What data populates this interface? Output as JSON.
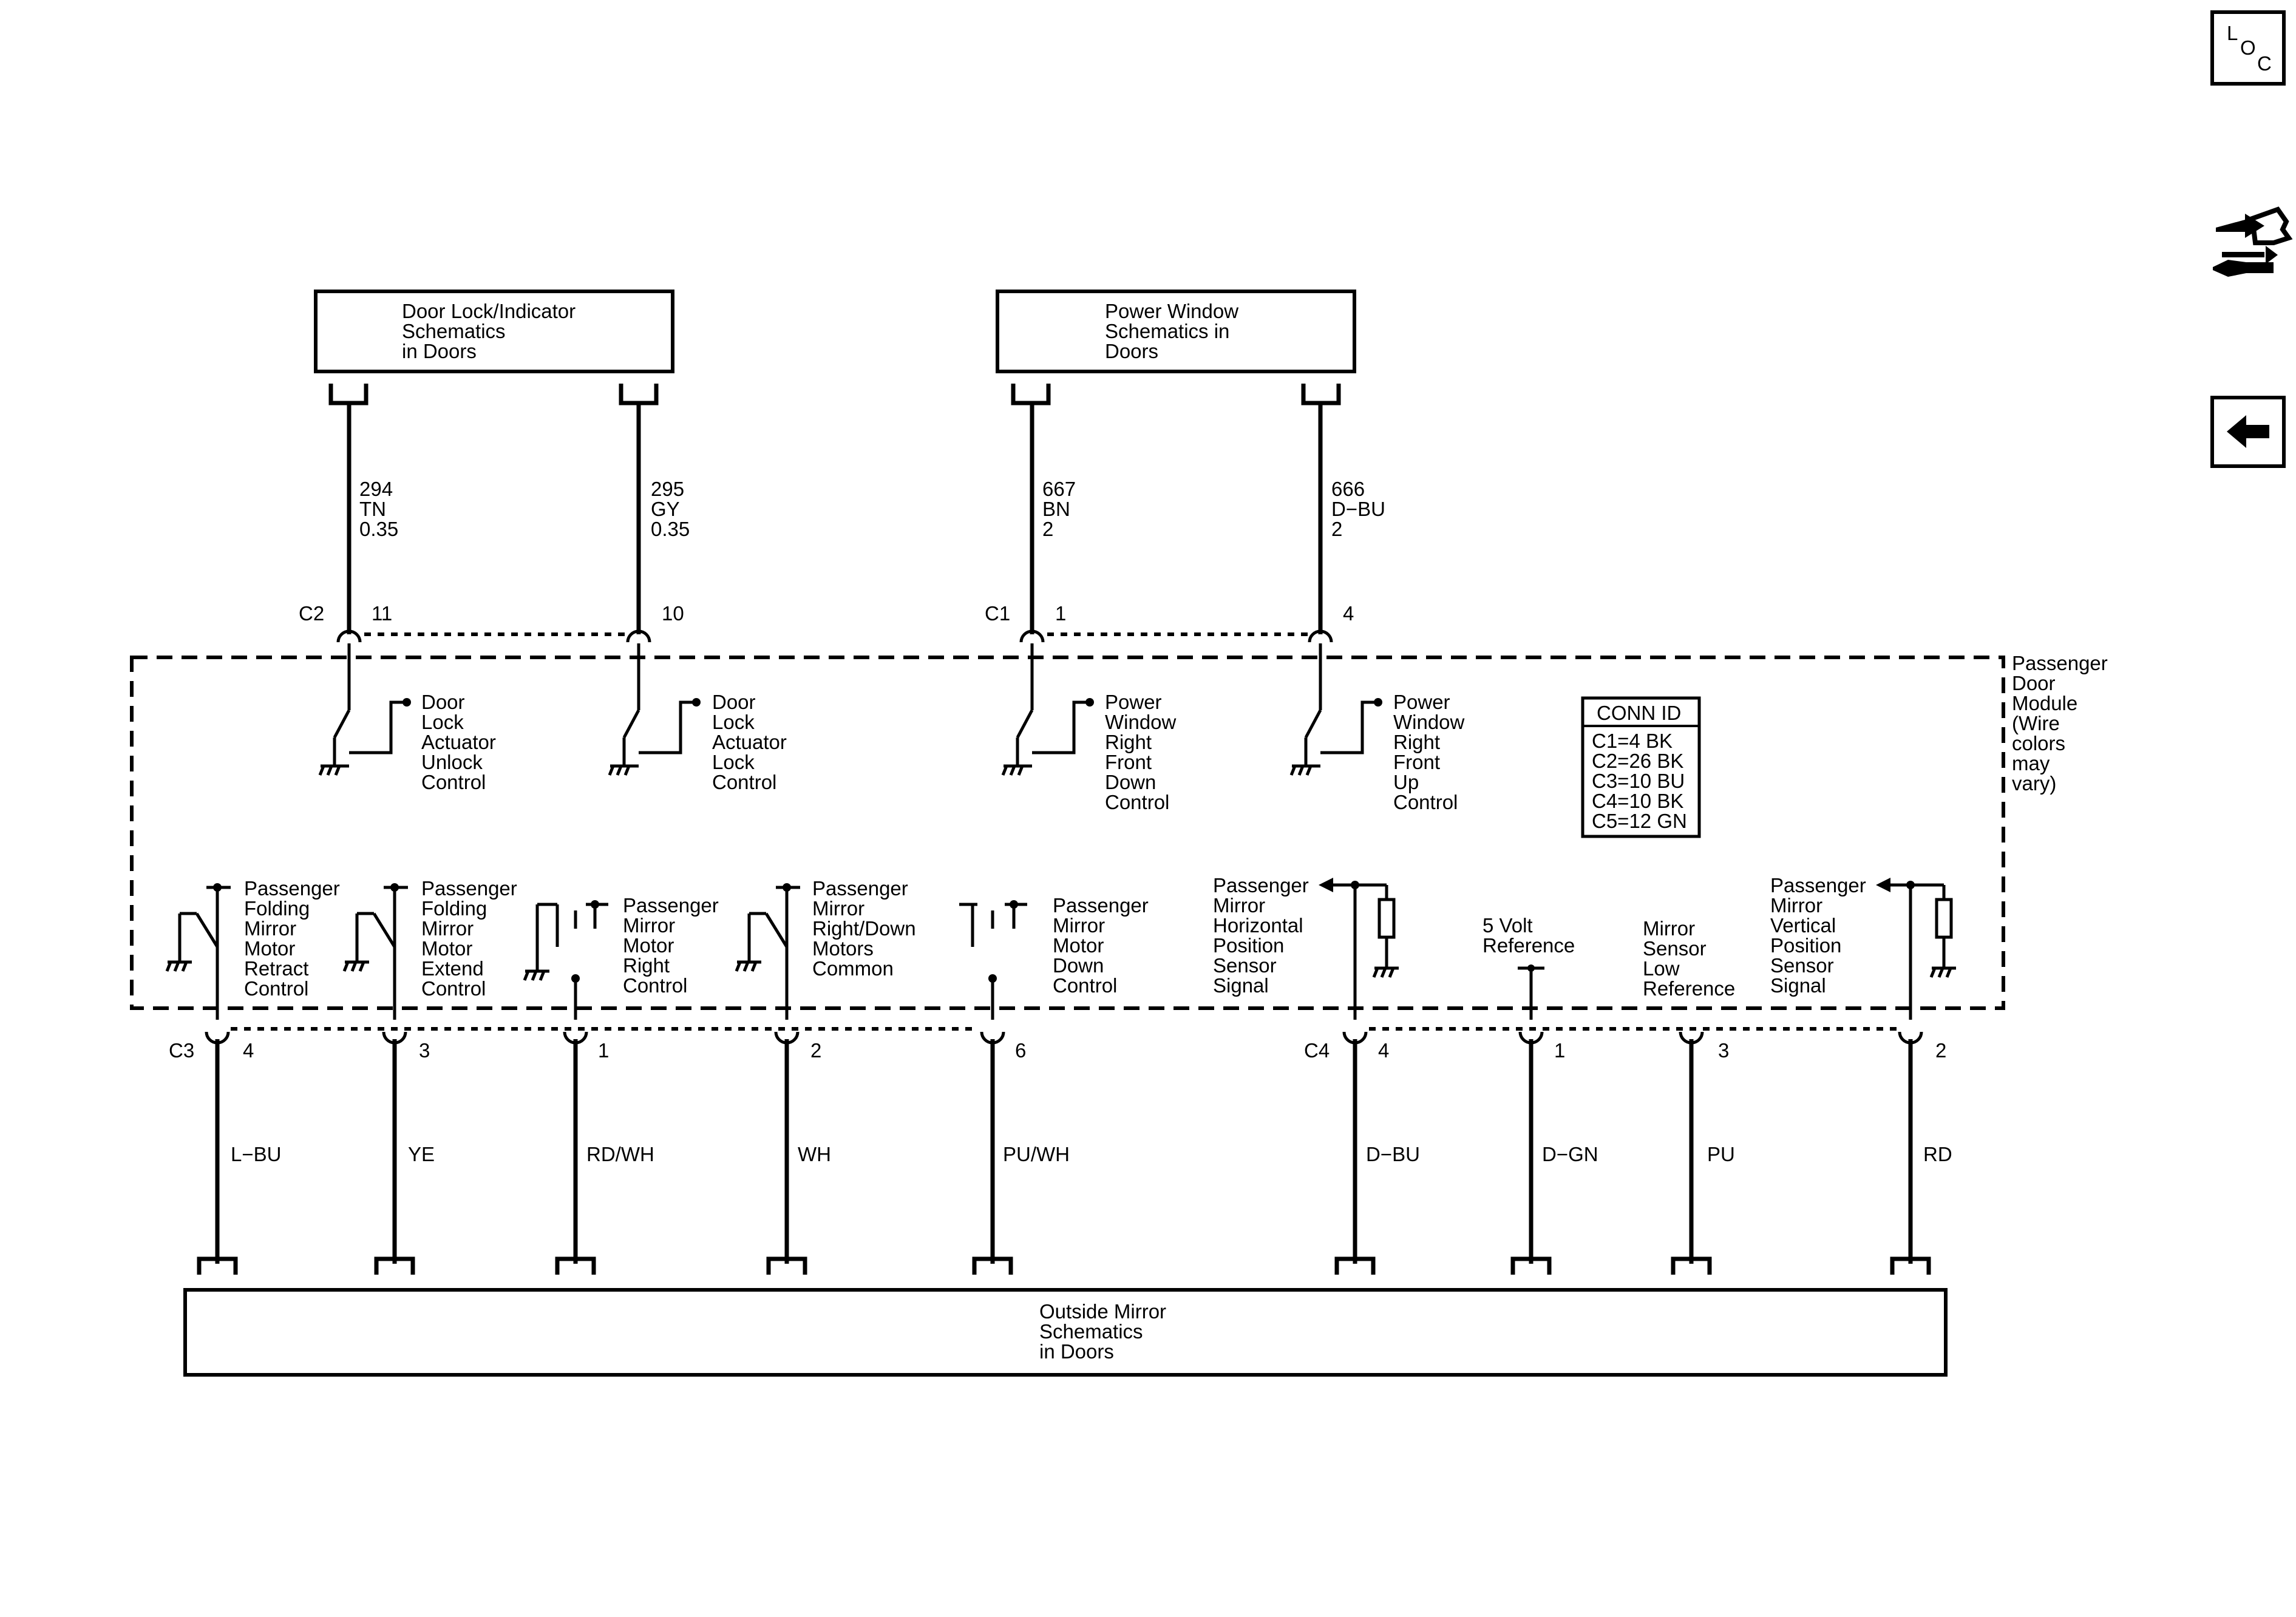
{
  "nav": {
    "loc_icon": "loc-icon",
    "loc_l": "L",
    "loc_o": "O",
    "loc_c": "C",
    "tools_icon": "wrench-tools-icon",
    "back_icon": "back-arrow-icon"
  },
  "top_boxes": {
    "door_lock": [
      "Door Lock/Indicator",
      "Schematics",
      "in Doors"
    ],
    "power_window": [
      "Power Window",
      "Schematics in",
      "Doors"
    ]
  },
  "bottom_box": [
    "Outside Mirror",
    "Schematics",
    "in Doors"
  ],
  "module": {
    "label": [
      "Passenger",
      "Door",
      "Module",
      "(Wire",
      "colors",
      "may",
      "vary)"
    ],
    "conn_id": {
      "title": "CONN ID",
      "rows": [
        "C1=4 BK",
        "C2=26 BK",
        "C3=10 BU",
        "C4=10 BK",
        "C5=12 GN"
      ]
    }
  },
  "top_wires": [
    {
      "circuit": "294",
      "color": "TN",
      "size": "0.35",
      "pin": "11",
      "connector": "C2",
      "desc": [
        "Door",
        "Lock",
        "Actuator",
        "Unlock",
        "Control"
      ]
    },
    {
      "circuit": "295",
      "color": "GY",
      "size": "0.35",
      "pin": "10",
      "connector": "",
      "desc": [
        "Door",
        "Lock",
        "Actuator",
        "Lock",
        "Control"
      ]
    },
    {
      "circuit": "667",
      "color": "BN",
      "size": "2",
      "pin": "1",
      "connector": "C1",
      "desc": [
        "Power",
        "Window",
        "Right",
        "Front",
        "Down",
        "Control"
      ]
    },
    {
      "circuit": "666",
      "color": "D−BU",
      "size": "2",
      "pin": "4",
      "connector": "",
      "desc": [
        "Power",
        "Window",
        "Right",
        "Front",
        "Up",
        "Control"
      ]
    }
  ],
  "bottom_wires": [
    {
      "pin": "4",
      "connector": "C3",
      "color": "L−BU",
      "desc": [
        "Passenger",
        "Folding",
        "Mirror",
        "Motor",
        "Retract",
        "Control"
      ]
    },
    {
      "pin": "3",
      "connector": "",
      "color": "YE",
      "desc": [
        "Passenger",
        "Folding",
        "Mirror",
        "Motor",
        "Extend",
        "Control"
      ]
    },
    {
      "pin": "1",
      "connector": "",
      "color": "RD/WH",
      "desc": [
        "Passenger",
        "Mirror",
        "Motor",
        "Right",
        "Control"
      ]
    },
    {
      "pin": "2",
      "connector": "",
      "color": "WH",
      "desc": [
        "Passenger",
        "Mirror",
        "Right/Down",
        "Motors",
        "Common"
      ]
    },
    {
      "pin": "6",
      "connector": "",
      "color": "PU/WH",
      "desc": [
        "Passenger",
        "Mirror",
        "Motor",
        "Down",
        "Control"
      ]
    },
    {
      "pin": "4",
      "connector": "C4",
      "color": "D−BU",
      "desc": [
        "Passenger",
        "Mirror",
        "Horizontal",
        "Position",
        "Sensor",
        "Signal"
      ]
    },
    {
      "pin": "1",
      "connector": "",
      "color": "D−GN",
      "desc": [
        "5 Volt",
        "Reference"
      ]
    },
    {
      "pin": "3",
      "connector": "",
      "color": "PU",
      "desc": [
        "Mirror",
        "Sensor",
        "Low",
        "Reference"
      ]
    },
    {
      "pin": "2",
      "connector": "",
      "color": "RD",
      "desc": [
        "Passenger",
        "Mirror",
        "Vertical",
        "Position",
        "Sensor",
        "Signal"
      ]
    }
  ]
}
